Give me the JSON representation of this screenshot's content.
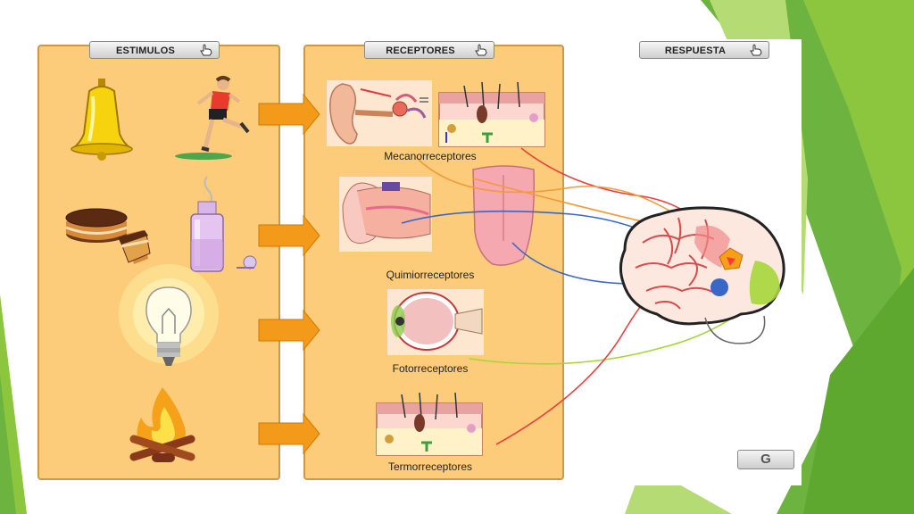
{
  "tabs": {
    "stimuli": "ESTIMULOS",
    "receptors": "RECEPTORES",
    "response": "RESPUESTA"
  },
  "receptor_labels": {
    "mechano": "Mecanorreceptores",
    "chemo": "Quimiorreceptores",
    "photo": "Fotorreceptores",
    "thermo": "Termorreceptores"
  },
  "reload_icon": "G",
  "colors": {
    "panel": "#fccc7a",
    "arrow": "#f49a1a",
    "green_decor": "#8cc63f",
    "line_red": "#e8413c",
    "line_orange": "#f39a3a",
    "line_blue": "#3a66c8",
    "line_lime": "#a6d63a"
  }
}
